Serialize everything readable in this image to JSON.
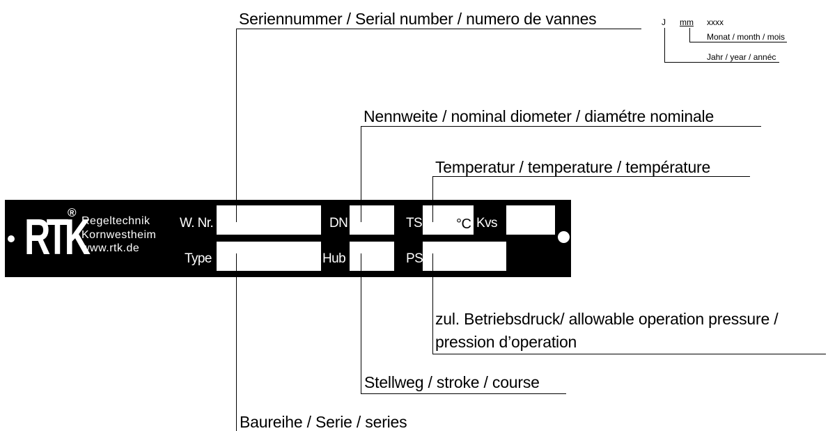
{
  "callouts": {
    "serial": "Seriennummer / Serial number / numero de vannes",
    "nominal": "Nennweite / nominal diometer / diamétre nominale",
    "temperature": "Temperatur / temperature / température",
    "pressure_line1": "zul. Betriebsdruck/ allowable operation pressure /",
    "pressure_line2": "pression d’operation",
    "stroke": "Stellweg / stroke / course",
    "series": "Baureihe / Serie / series"
  },
  "serial_format": {
    "year_code": "J",
    "month_code": "mm",
    "number_code": "xxxx",
    "month_label": "Monat / month / mois",
    "year_label": "Jahr / year / annéc"
  },
  "plate": {
    "logo_text": "RTK",
    "registered_mark": "®",
    "company_line1": "Regeltechnik",
    "company_line2": "Kornwestheim",
    "company_line3": "www.rtk.de",
    "label_wnr": "W. Nr.",
    "label_type": "Type",
    "label_dn": "DN",
    "label_hub": "Hub",
    "label_ts": "TS",
    "unit_celsius": "°C",
    "label_kvs": "Kvs",
    "label_ps": "PS"
  },
  "colors": {
    "plate": "#000000",
    "field": "#ffffff",
    "line": "#000000"
  }
}
